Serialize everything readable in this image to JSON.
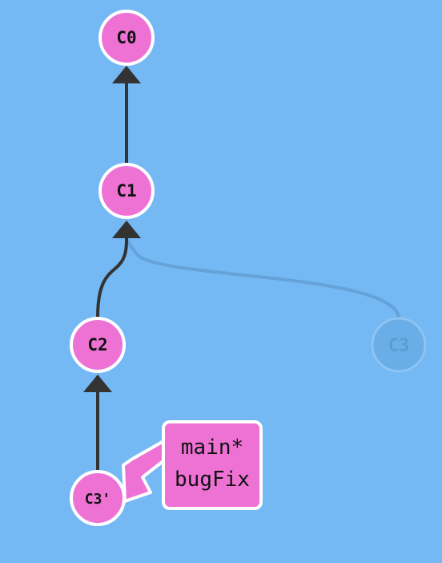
{
  "commits": [
    {
      "id": "C0",
      "label": "C0"
    },
    {
      "id": "C1",
      "label": "C1"
    },
    {
      "id": "C2",
      "label": "C2"
    },
    {
      "id": "C3prime",
      "label": "C3'"
    },
    {
      "id": "C3",
      "label": "C3",
      "ghost": true
    }
  ],
  "edges": [
    {
      "from": "C1",
      "to": "C0"
    },
    {
      "from": "C2",
      "to": "C1"
    },
    {
      "from": "C3prime",
      "to": "C2"
    },
    {
      "from": "C3",
      "to": "C1",
      "ghost": true
    }
  ],
  "branch_box": {
    "target": "C3prime",
    "lines": [
      "main*",
      "bugFix"
    ]
  },
  "colors": {
    "background": "#74b8f4",
    "node_fill": "#ee72d4",
    "node_stroke": "#ffffff",
    "edge": "#333333",
    "ghost_node": "#6aaee8",
    "ghost_stroke": "#8cc4f2",
    "ghost_edge": "#64a2d8",
    "branch_fill": "#ee72d4",
    "branch_stroke": "#ffffff"
  }
}
